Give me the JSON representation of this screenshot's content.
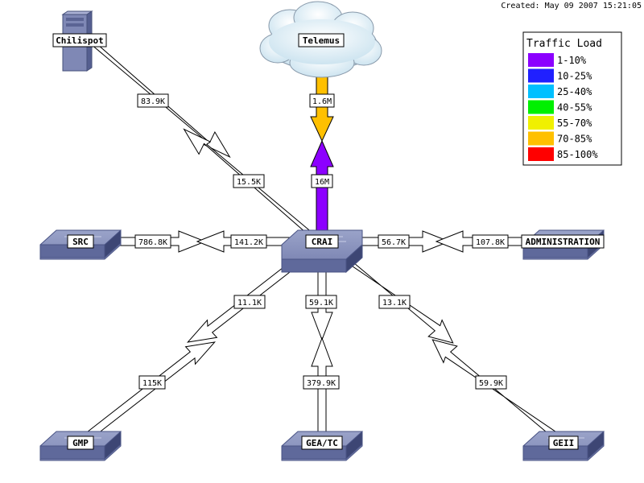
{
  "created": "Created: May 09 2007 15:21:05",
  "nodes": {
    "crai": "CRAI",
    "telemus": "Telemus",
    "chilispot": "Chilispot",
    "src": "SRC",
    "administration": "ADMINISTRATION",
    "gmp": "GMP",
    "geatc": "GEA/TC",
    "geii": "GEII"
  },
  "links": {
    "telemus_in": "1.6M",
    "telemus_out": "16M",
    "chilispot_in": "83.9K",
    "chilispot_out": "15.5K",
    "src_in": "786.8K",
    "src_out": "141.2K",
    "admin_out": "56.7K",
    "admin_in": "107.8K",
    "gmp_out": "11.1K",
    "gmp_in": "115K",
    "geatc_out": "59.1K",
    "geatc_in": "379.9K",
    "geii_out": "13.1K",
    "geii_in": "59.9K"
  },
  "legend": {
    "title": "Traffic Load",
    "items": [
      {
        "label": "1-10%",
        "color": "#8c00ff"
      },
      {
        "label": "10-25%",
        "color": "#2020ff"
      },
      {
        "label": "25-40%",
        "color": "#00c0ff"
      },
      {
        "label": "40-55%",
        "color": "#00f000"
      },
      {
        "label": "55-70%",
        "color": "#f0f000"
      },
      {
        "label": "70-85%",
        "color": "#ffc000"
      },
      {
        "label": "85-100%",
        "color": "#ff0000"
      }
    ]
  }
}
